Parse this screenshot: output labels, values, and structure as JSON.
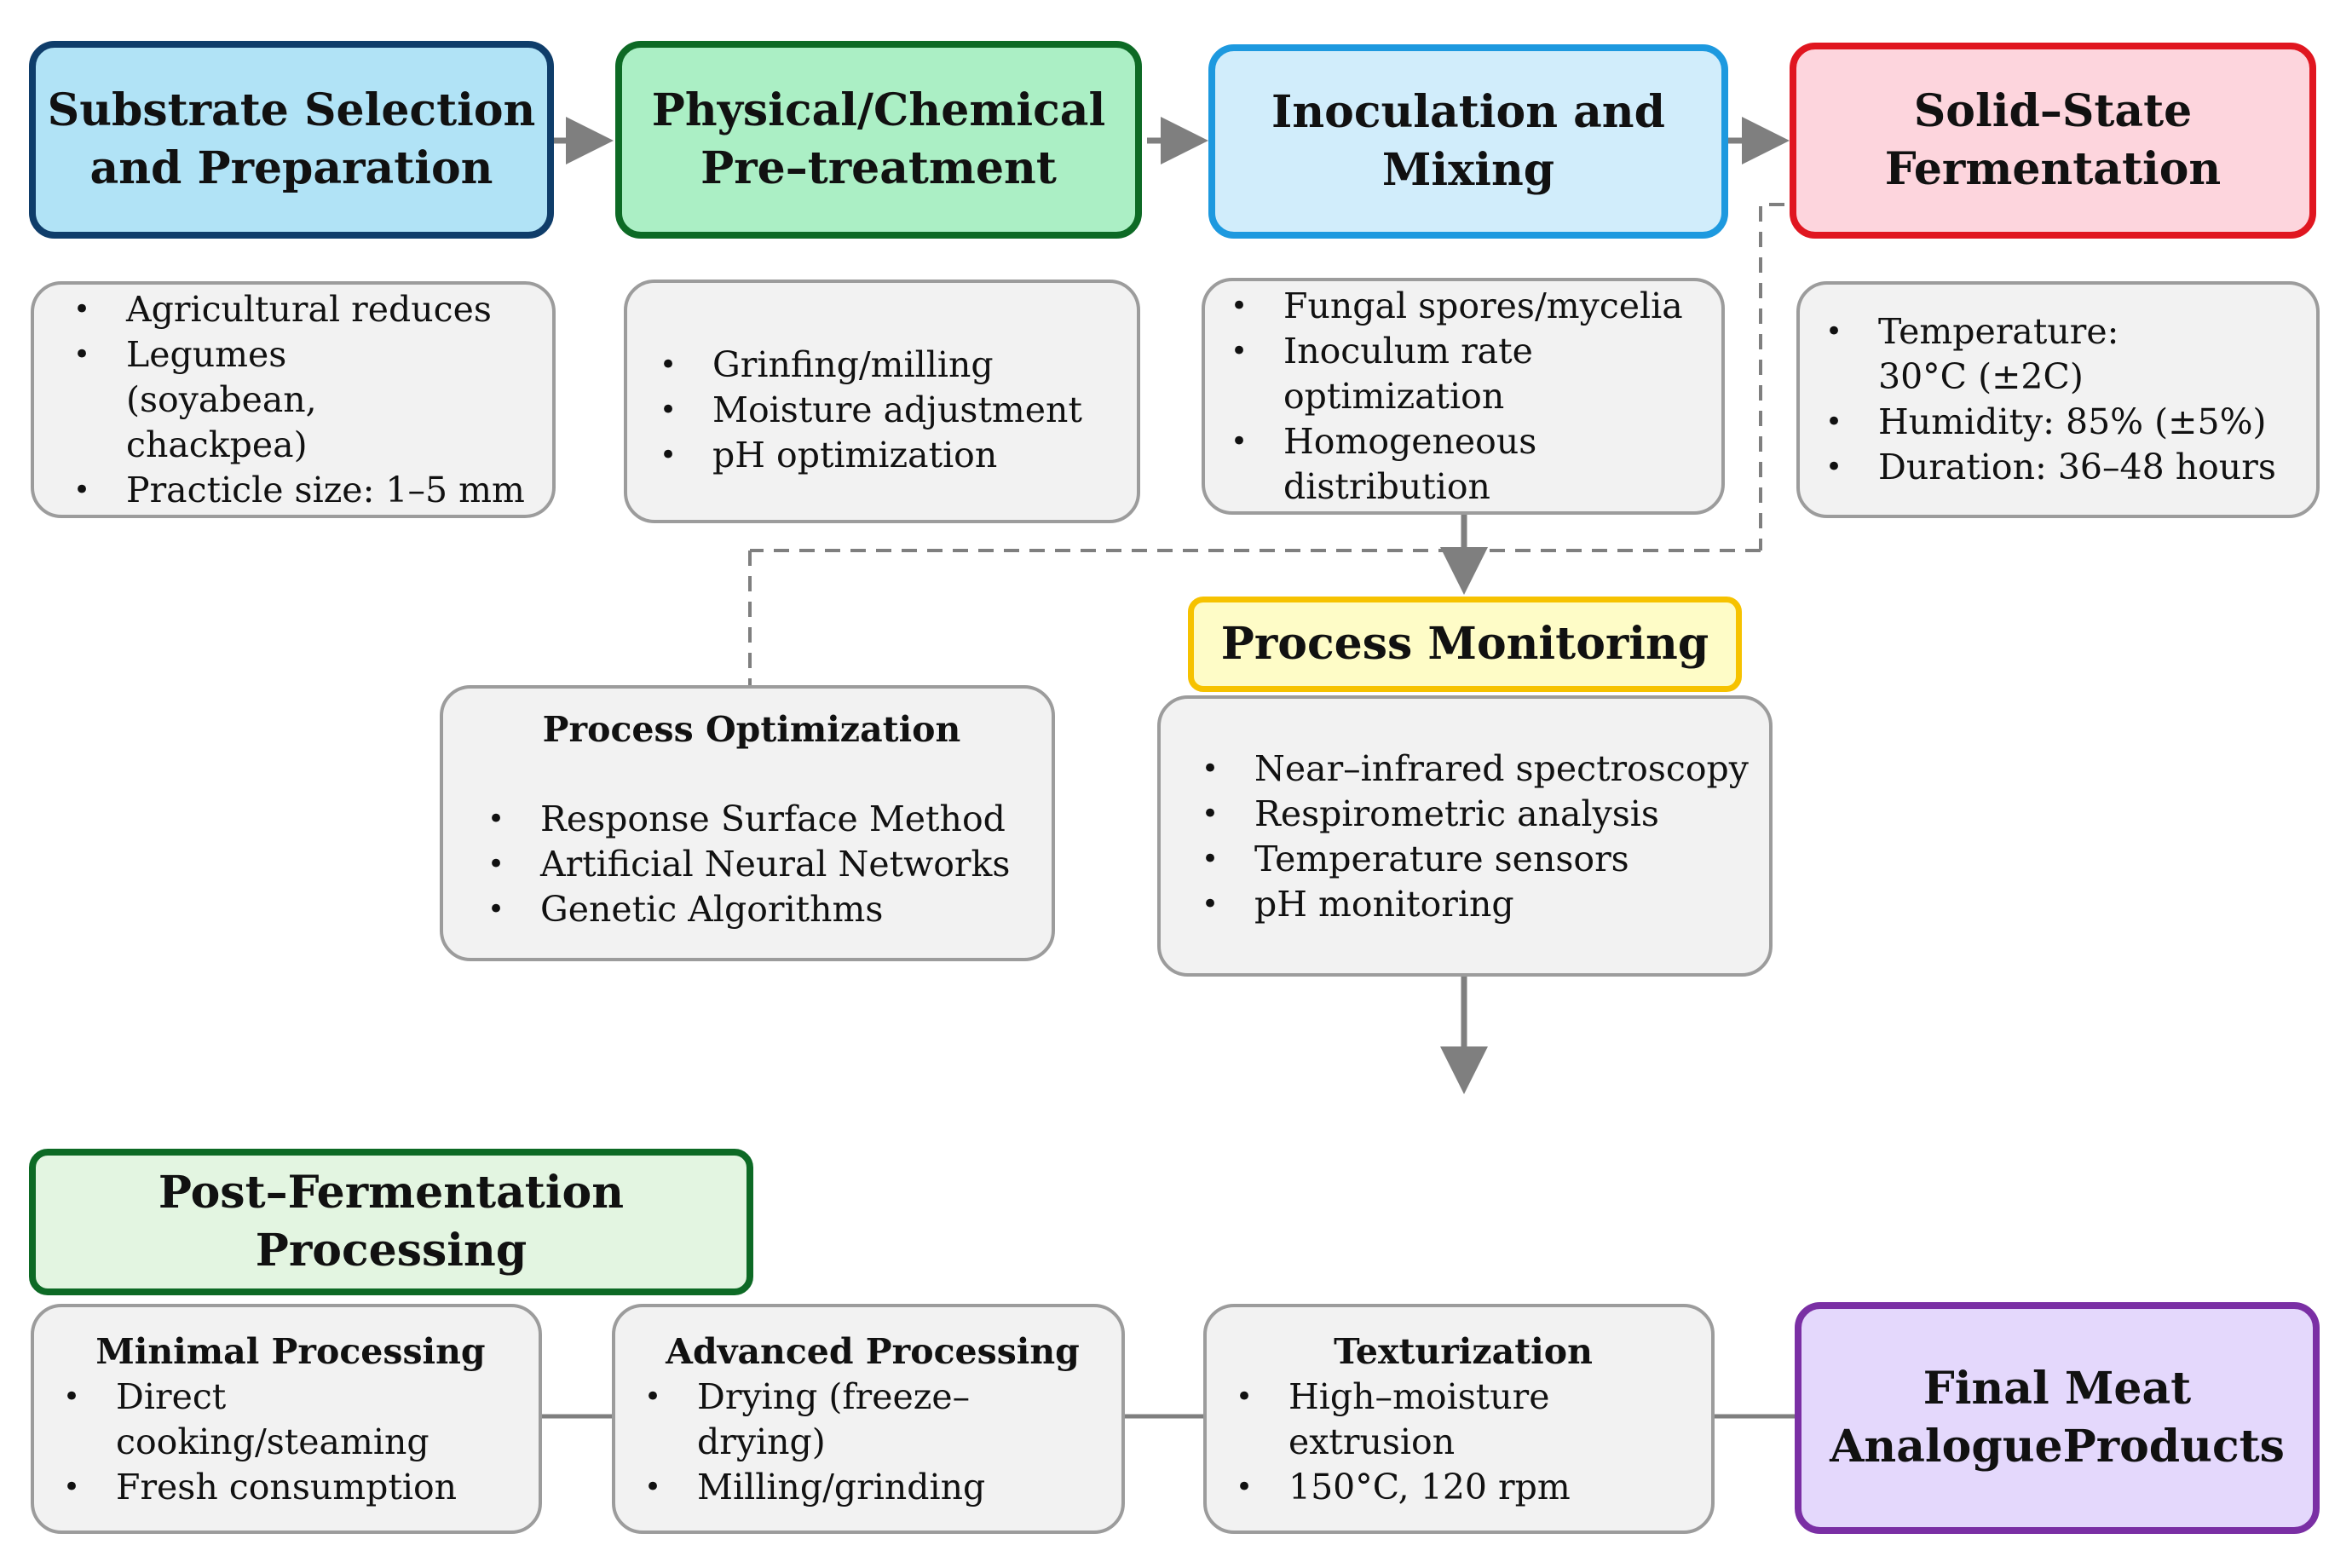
{
  "colors": {
    "substrate": {
      "fill": "#b1e3f6",
      "border": "#0f3d6a"
    },
    "pretreat": {
      "fill": "#abefc5",
      "border": "#0d6a25"
    },
    "inoculation": {
      "fill": "#d1edfb",
      "border": "#1d99df"
    },
    "ssf": {
      "fill": "#fdd5dd",
      "border": "#e01620"
    },
    "monitoring": {
      "fill": "#fefcc7",
      "border": "#f6c200"
    },
    "postferm": {
      "fill": "#e3f5e1",
      "border": "#0d6a25"
    },
    "final": {
      "fill": "#e4d8fc",
      "border": "#7a2fa4"
    },
    "detail_fill": "#f2f2f2",
    "detail_border": "#9c9c9c",
    "arrow": "#7f7f7f"
  },
  "stages": {
    "substrate": {
      "title": [
        "Substrate Selection",
        "and Preparation"
      ],
      "items": [
        "Agricultural reduces",
        "Legumes (soyabean, chackpea)",
        "Practicle size: 1–5 mm"
      ]
    },
    "pretreat": {
      "title": [
        "Physical/Chemical",
        "Pre–treatment"
      ],
      "items": [
        "Grinfing/milling",
        "Moisture adjustment",
        "pH optimization"
      ]
    },
    "inoculation": {
      "title": [
        "Inoculation and",
        "Mixing"
      ],
      "items": [
        "Fungal spores/mycelia",
        "Inoculum rate optimization",
        "Homogeneous distribution"
      ]
    },
    "ssf": {
      "title": [
        "Solid–State",
        "Fermentation"
      ],
      "items": [
        "Temperature: 30°C (±2C)",
        "Humidity: 85% (±5%)",
        "Duration: 36–48 hours"
      ]
    },
    "monitoring": {
      "title": "Process Monitoring",
      "items": [
        "Near–infrared spectroscopy",
        "Respirometric analysis",
        "Temperature sensors",
        "pH monitoring"
      ]
    },
    "optimization": {
      "title": "Process Optimization",
      "items": [
        "Response Surface Method",
        "Artificial Neural Networks",
        "Genetic Algorithms"
      ]
    },
    "postferm": {
      "title": [
        "Post–Fermentation",
        "Processing"
      ]
    },
    "minimal": {
      "title": "Minimal Processing",
      "items": [
        "Direct cooking/steaming",
        "Fresh consumption"
      ]
    },
    "advanced": {
      "title": "Advanced Processing",
      "items": [
        "Drying (freeze–drying)",
        "Milling/grinding"
      ]
    },
    "texturization": {
      "title": "Texturization",
      "items": [
        "High–moisture extrusion",
        "150°C, 120 rpm"
      ]
    },
    "final": {
      "title": [
        "Final Meat",
        "AnalogueProducts"
      ]
    }
  }
}
